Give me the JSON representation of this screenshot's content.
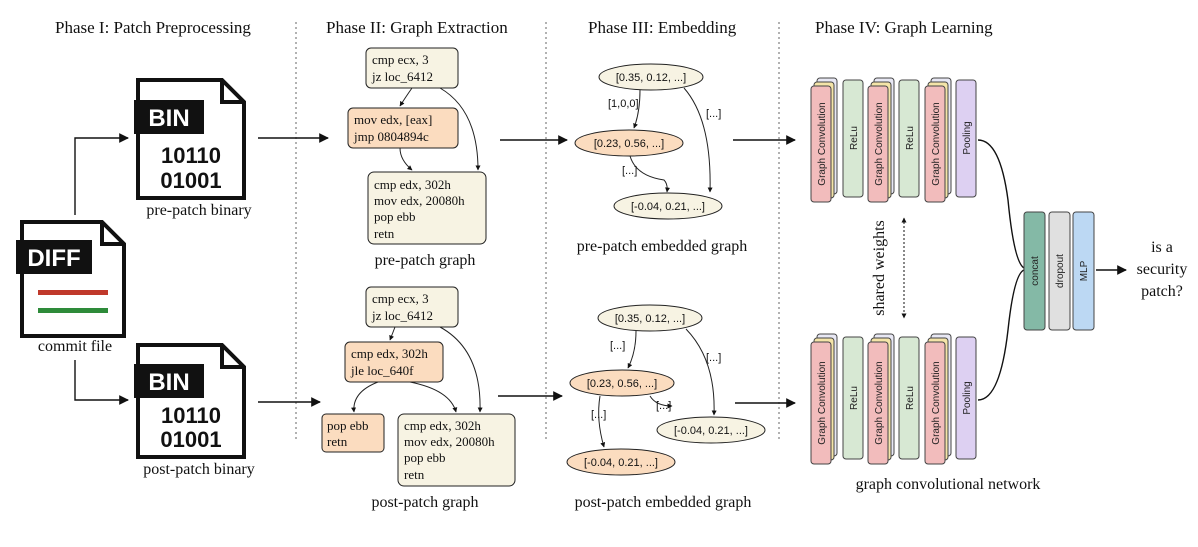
{
  "phases": {
    "p1": "Phase I: Patch Preprocessing",
    "p2": "Phase II: Graph Extraction",
    "p3": "Phase III: Embedding",
    "p4": "Phase IV: Graph Learning"
  },
  "files": {
    "bin_label": "BIN",
    "bin_line1": "10110",
    "bin_line2": "01001",
    "diff_label": "DIFF",
    "pre_binary": "pre-patch binary",
    "post_binary": "post-patch binary",
    "commit_file": "commit file"
  },
  "pre_graph": {
    "b1": [
      "cmp   ecx, 3",
      "jz     loc_6412"
    ],
    "b2": [
      "mov   edx, [eax]",
      "jmp   0804894c"
    ],
    "b3": [
      "cmp   edx, 302h",
      "mov   edx, 20080h",
      "pop    ebb",
      "retn"
    ],
    "caption": "pre-patch graph"
  },
  "post_graph": {
    "b1": [
      "cmp   ecx, 3",
      "jz     loc_6412"
    ],
    "b2": [
      "cmp   edx, 302h",
      "jle    loc_640f"
    ],
    "b3": [
      "pop ebb",
      "retn"
    ],
    "b4": [
      "cmp   edx, 302h",
      "mov   edx, 20080h",
      "pop    ebb",
      "retn"
    ],
    "caption": "post-patch graph"
  },
  "pre_embed": {
    "n1": "[0.35, 0.12, ...]",
    "n2": "[0.23, 0.56, ...]",
    "n3": "[-0.04, 0.21, ...]",
    "e1": "[1,0,0]",
    "e2": "[...]",
    "e3": "[...]",
    "caption": "pre-patch embedded graph"
  },
  "post_embed": {
    "n1": "[0.35, 0.12, ...]",
    "n2": "[0.23, 0.56, ...]",
    "n3": "[-0.04, 0.21, ...]",
    "n4": "[-0.04, 0.21, ...]",
    "e1": "[...]",
    "e2": "[...]",
    "e3": "[...]",
    "e4": "[...]",
    "caption": "post-patch embedded graph"
  },
  "gcn": {
    "graph_conv": "Graph Convolution",
    "relu": "ReLu",
    "pooling": "Pooling",
    "shared": "shared weights",
    "concat": "concat",
    "dropout": "dropout",
    "mlp": "MLP",
    "caption": "graph convolutional network",
    "output": [
      "is a",
      "security",
      "patch?"
    ]
  },
  "colors": {
    "block_fill": "#f7f3e3",
    "block_orange": "#fbdcbf",
    "conv": "#f2bcbc",
    "relu": "#d7e8d3",
    "pool": "#ddd0f2",
    "concat": "#84b9a6",
    "dropout": "#e0e0e0",
    "mlp": "#bcd8f3"
  }
}
